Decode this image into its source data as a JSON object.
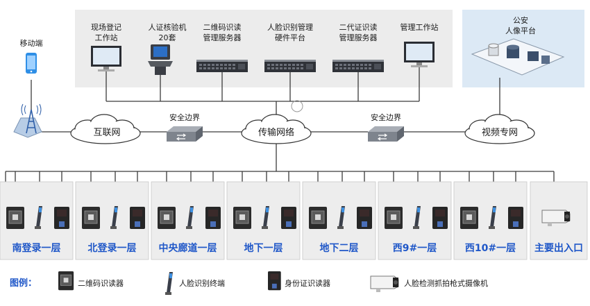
{
  "top_devices": [
    {
      "lines": [
        "现场登记",
        "工作站"
      ],
      "icon": "workstation-icon"
    },
    {
      "lines": [
        "人证核验机",
        "20套"
      ],
      "icon": "kiosk-icon"
    },
    {
      "lines": [
        "二维码识读",
        "管理服务器"
      ],
      "icon": "server-icon"
    },
    {
      "lines": [
        "人脸识别管理",
        "硬件平台"
      ],
      "icon": "server-icon"
    },
    {
      "lines": [
        "二代证识读",
        "管理服务器"
      ],
      "icon": "server-icon"
    },
    {
      "lines": [
        "管理工作站"
      ],
      "icon": "workstation-icon"
    }
  ],
  "police_platform": {
    "lines": [
      "公安",
      "人像平台"
    ]
  },
  "mobile_label": "移动端",
  "clouds": {
    "internet": "互联网",
    "transport": "传输网络",
    "video": "视频专网"
  },
  "security_boundaries": [
    "安全边界",
    "安全边界"
  ],
  "sites": [
    "南登录一层",
    "北登录一层",
    "中央廊道一层",
    "地下一层",
    "地下二层",
    "西9#一层",
    "西10#一层"
  ],
  "main_exit": "主要出入口",
  "legend": {
    "title": "图例：",
    "items": [
      "二维码识读器",
      "人脸识别终端",
      "身份证识读器",
      "人脸检测抓拍枪式摄像机"
    ]
  },
  "colors": {
    "top_panel": "#ececec",
    "police_panel": "#dce9f5",
    "site_panel": "#ededed",
    "accent_blue": "#1f57c8",
    "wire": "#3a3a3a"
  }
}
